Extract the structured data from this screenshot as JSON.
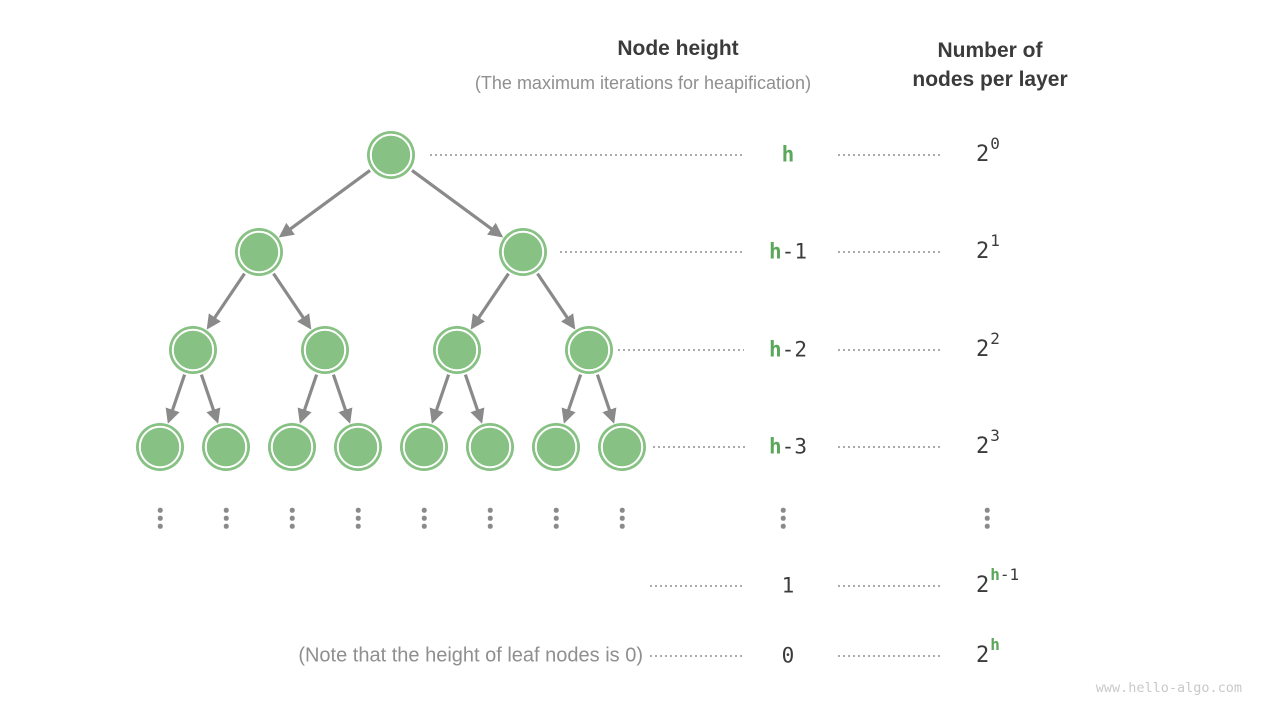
{
  "diagram": {
    "height_column": {
      "title": "Node height",
      "subtitle": "(The maximum iterations for heapification)"
    },
    "count_column": {
      "title_line1": "Number of",
      "title_line2": "nodes per layer"
    },
    "note": "(Note that the height of leaf nodes is 0)",
    "watermark": "www.hello-algo.com",
    "ellipsis_symbol": "⋮"
  },
  "tree": {
    "type": "complete-binary-tree",
    "levels_shown": 4,
    "nodes_per_level": [
      1,
      2,
      4,
      8
    ],
    "total_nodes_shown": 15,
    "continues_below": true
  },
  "rows": [
    {
      "ellipsis": false,
      "height": {
        "green": "h",
        "dark": ""
      },
      "count": {
        "base": "2",
        "exp_green": "",
        "exp_dark": "0"
      }
    },
    {
      "ellipsis": false,
      "height": {
        "green": "h",
        "dark": "-1"
      },
      "count": {
        "base": "2",
        "exp_green": "",
        "exp_dark": "1"
      }
    },
    {
      "ellipsis": false,
      "height": {
        "green": "h",
        "dark": "-2"
      },
      "count": {
        "base": "2",
        "exp_green": "",
        "exp_dark": "2"
      }
    },
    {
      "ellipsis": false,
      "height": {
        "green": "h",
        "dark": "-3"
      },
      "count": {
        "base": "2",
        "exp_green": "",
        "exp_dark": "3"
      }
    },
    {
      "ellipsis": true
    },
    {
      "ellipsis": false,
      "height": {
        "green": "",
        "dark": "1"
      },
      "count": {
        "base": "2",
        "exp_green": "h",
        "exp_dark": "-1"
      }
    },
    {
      "ellipsis": false,
      "height": {
        "green": "",
        "dark": "0"
      },
      "count": {
        "base": "2",
        "exp_green": "h",
        "exp_dark": ""
      }
    }
  ],
  "colors": {
    "node_fill": "#87C183",
    "node_inner_ring": "#FFFFFF",
    "accent_green": "#5BA75B",
    "text_dark": "#3B3B3B",
    "text_gray": "#8F8F8F",
    "arrow_gray": "#8A8A8A",
    "dotted_gray": "#ABABAB",
    "watermark_gray": "#C9C9C9"
  }
}
